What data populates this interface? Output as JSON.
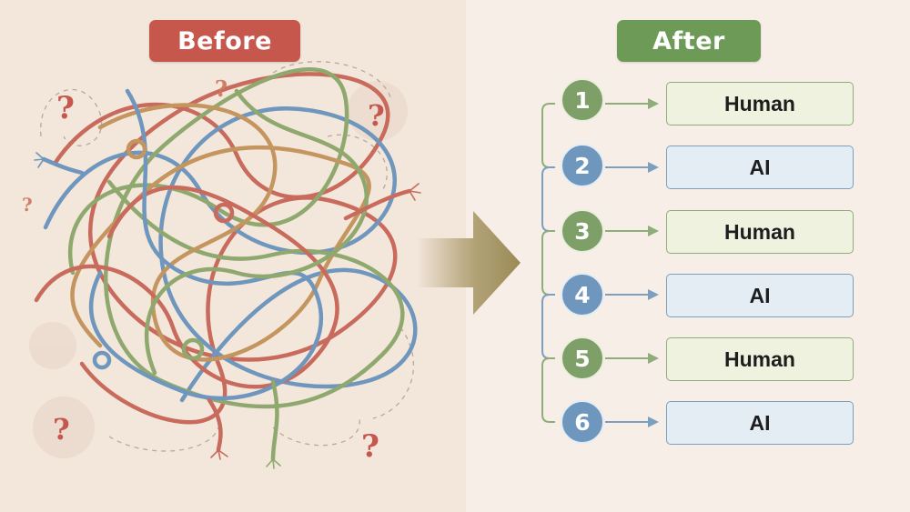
{
  "before_label": "Before",
  "after_label": "After",
  "colors": {
    "before": "#c5574d",
    "after": "#6e9a57",
    "human": "#8fad78",
    "ai": "#6f96bd",
    "arrow": "#a69563"
  },
  "tangle_icons": [
    "question-mark-icon",
    "tangled-rope-icon"
  ],
  "steps": [
    {
      "number": "1",
      "label": "Human",
      "role": "human"
    },
    {
      "number": "2",
      "label": "AI",
      "role": "ai"
    },
    {
      "number": "3",
      "label": "Human",
      "role": "human"
    },
    {
      "number": "4",
      "label": "AI",
      "role": "ai"
    },
    {
      "number": "5",
      "label": "Human",
      "role": "human"
    },
    {
      "number": "6",
      "label": "AI",
      "role": "ai"
    }
  ]
}
